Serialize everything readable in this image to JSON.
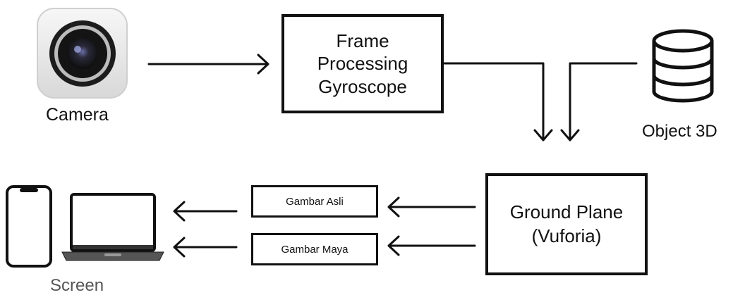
{
  "camera": {
    "label": "Camera",
    "icon": "camera-icon"
  },
  "frame_processing": {
    "lines": [
      "Frame",
      "Processing",
      "Gyroscope"
    ]
  },
  "object_3d": {
    "label": "Object 3D",
    "icon": "database-icon"
  },
  "ground_plane": {
    "lines": [
      "Ground Plane",
      "(Vuforia)"
    ]
  },
  "gambar_asli": {
    "label": "Gambar Asli"
  },
  "gambar_maya": {
    "label": "Gambar Maya"
  },
  "screen": {
    "label": "Screen",
    "icons": [
      "smartphone-icon",
      "laptop-icon"
    ]
  },
  "colors": {
    "line": "#111111",
    "camera_body": "#e6e6e6",
    "lens": "#1c1c1c",
    "background": "#ffffff"
  }
}
